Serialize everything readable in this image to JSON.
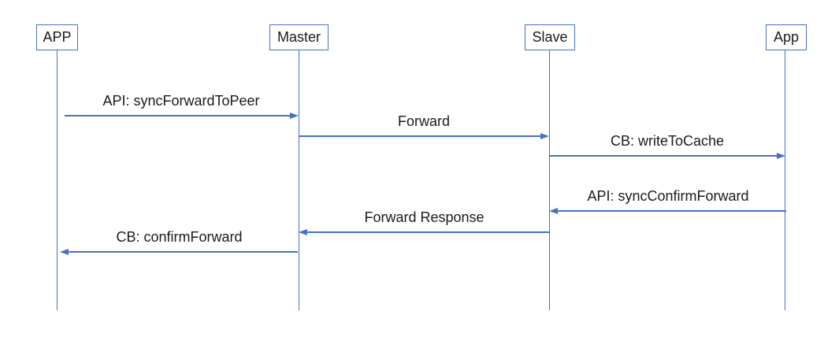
{
  "diagram": {
    "type": "sequence-diagram",
    "actors": [
      {
        "id": "app-left",
        "label": "APP"
      },
      {
        "id": "master",
        "label": "Master"
      },
      {
        "id": "slave",
        "label": "Slave"
      },
      {
        "id": "app-right",
        "label": "App"
      }
    ],
    "messages": [
      {
        "label": "API: syncForwardToPeer",
        "from": "APP",
        "to": "Master",
        "direction": "right"
      },
      {
        "label": "Forward",
        "from": "Master",
        "to": "Slave",
        "direction": "right"
      },
      {
        "label": "CB: writeToCache",
        "from": "Slave",
        "to": "App",
        "direction": "right"
      },
      {
        "label": "API: syncConfirmForward",
        "from": "App",
        "to": "Slave",
        "direction": "left"
      },
      {
        "label": "Forward Response",
        "from": "Slave",
        "to": "Master",
        "direction": "left"
      },
      {
        "label": "CB: confirmForward",
        "from": "Master",
        "to": "APP",
        "direction": "left"
      }
    ],
    "colors": {
      "line": "#4472C4",
      "text": "#1a1a1a",
      "background": "#ffffff"
    }
  }
}
